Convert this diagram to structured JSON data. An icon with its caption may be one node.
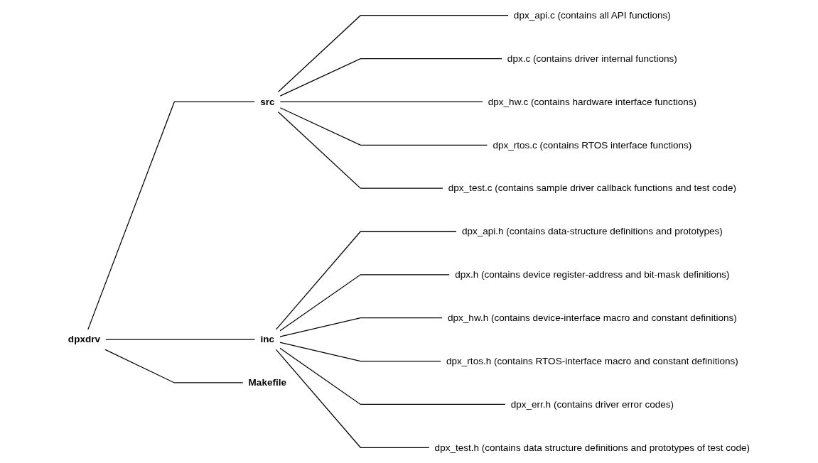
{
  "diagram": {
    "nodes": [
      {
        "text": [
          "dpxdrv"
        ]
      },
      {
        "text": [
          "src"
        ]
      },
      {
        "text": [
          "dpx_api.c (contains all API functions)"
        ]
      },
      {
        "text": [
          "dpx.c (contains driver internal functions)"
        ]
      },
      {
        "text": [
          "dpx_hw.c (contains hardware interface functions)"
        ]
      },
      {
        "text": [
          "dpx_rtos.c (contains RTOS interface functions)"
        ]
      },
      {
        "text": [
          "dpx_test.c (contains sample driver callback functions and test code)"
        ]
      },
      {
        "text": [
          "inc"
        ]
      },
      {
        "text": [
          "dpx_api.h (contains data-structure definitions and prototypes)"
        ]
      },
      {
        "text": [
          "dpx.h (contains device register-address and bit-mask definitions)"
        ]
      },
      {
        "text": [
          "dpx_hw.h (contains device-interface macro and constant definitions)"
        ]
      },
      {
        "text": [
          "dpx_rtos.h (contains RTOS-interface macro and constant definitions)"
        ]
      },
      {
        "text": [
          "dpx_err.h (contains driver error codes)"
        ]
      },
      {
        "text": [
          "dpx_test.h (contains data structure definitions and prototypes of test code)"
        ]
      },
      {
        "text": [
          "Makefile"
        ]
      }
    ],
    "edges": [
      {
        "from": 0,
        "to": 1,
        "arrow": "none"
      },
      {
        "from": 1,
        "to": 2,
        "arrow": "none"
      },
      {
        "from": 1,
        "to": 3,
        "arrow": "none"
      },
      {
        "from": 1,
        "to": 4,
        "arrow": "none"
      },
      {
        "from": 1,
        "to": 5,
        "arrow": "none"
      },
      {
        "from": 1,
        "to": 6,
        "arrow": "none"
      },
      {
        "from": 0,
        "to": 7,
        "arrow": "none"
      },
      {
        "from": 7,
        "to": 8,
        "arrow": "none"
      },
      {
        "from": 7,
        "to": 9,
        "arrow": "none"
      },
      {
        "from": 7,
        "to": 10,
        "arrow": "none"
      },
      {
        "from": 7,
        "to": 11,
        "arrow": "none"
      },
      {
        "from": 7,
        "to": 12,
        "arrow": "none"
      },
      {
        "from": 7,
        "to": 13,
        "arrow": "none"
      },
      {
        "from": 0,
        "to": 14,
        "arrow": "none"
      }
    ]
  }
}
